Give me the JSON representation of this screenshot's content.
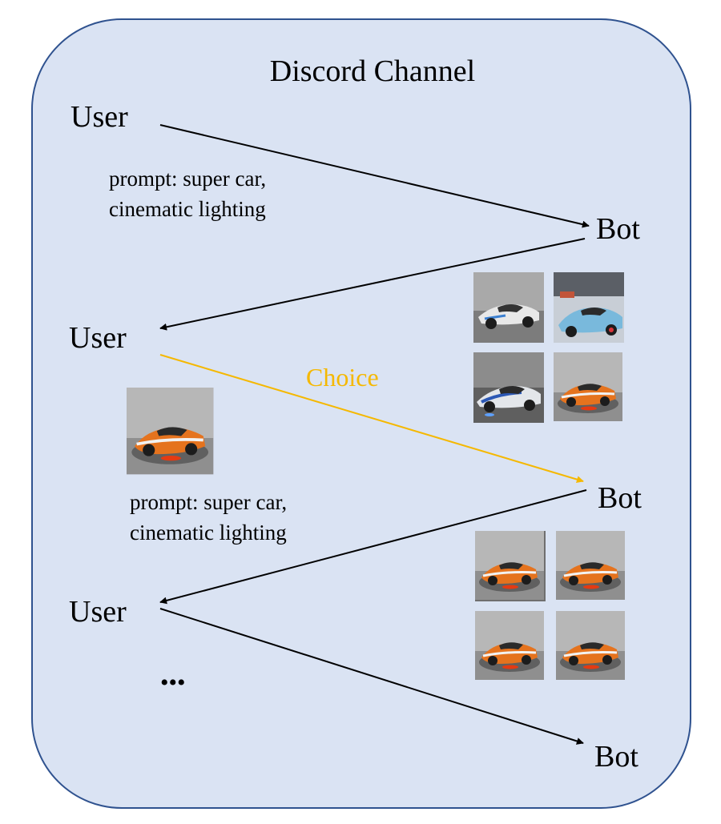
{
  "title": "Discord Channel",
  "nodes": {
    "user1": "User",
    "bot1": "Bot",
    "user2": "User",
    "bot2": "Bot",
    "user3": "User",
    "bot3": "Bot"
  },
  "prompt1": [
    "prompt: super car,",
    "cinematic lighting"
  ],
  "prompt2": [
    "prompt: super car,",
    "cinematic lighting"
  ],
  "choice_label": "Choice",
  "ellipsis": "•••",
  "colors": {
    "panel_fill": "#dae3f3",
    "panel_stroke": "#2f528f",
    "arrow": "#000000",
    "choice": "#f5b800"
  },
  "thumbnails": {
    "first_batch": [
      "silver-blue-supercar",
      "light-blue-supercar-showroom",
      "white-blue-supercar",
      "orange-supercar"
    ],
    "selected": "orange-supercar",
    "second_batch": [
      "orange-supercar",
      "orange-supercar",
      "orange-supercar",
      "orange-supercar"
    ]
  }
}
